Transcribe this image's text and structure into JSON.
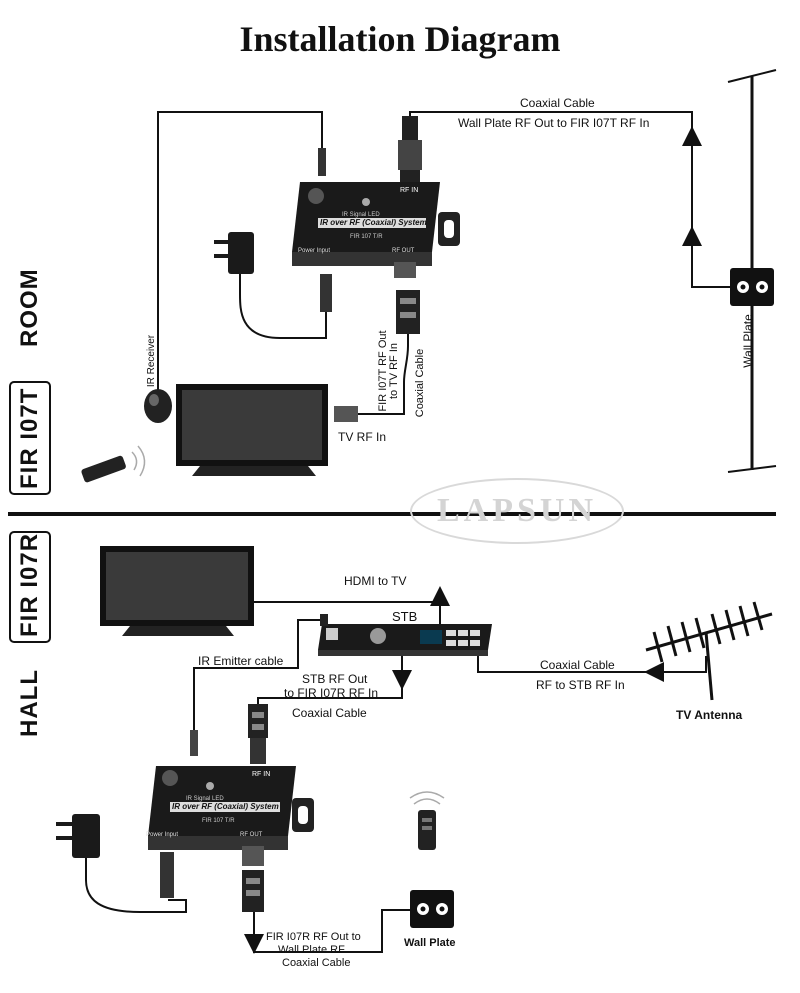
{
  "title": "Installation Diagram",
  "sections": {
    "room": {
      "name": "ROOM",
      "device": "FIR I07T"
    },
    "hall": {
      "name": "HALL",
      "device": "FIR I07R"
    }
  },
  "room": {
    "coax_title": "Coaxial Cable",
    "coax_desc": "Wall Plate RF Out to FIR I07T RF In",
    "wall_plate": "Wall Plate",
    "ir_receiver": "IR Receiver",
    "rf_out_line1": "FIR I07T RF Out",
    "rf_out_line2": "to TV RF In",
    "coax_vertical": "Coaxial Cable",
    "tv_rf_in": "TV RF In"
  },
  "device_labels": {
    "rf_in": "RF IN",
    "rf_out": "RF OUT",
    "power_input": "Power Input",
    "ir_signal_led": "IR Signal LED",
    "system_name": "IR over RF (Coaxial) System",
    "model": "FIR 107 T/R"
  },
  "hall": {
    "hdmi": "HDMI to TV",
    "stb": "STB",
    "ir_emitter": "IR Emitter cable",
    "stb_out_line1": "STB RF Out",
    "stb_out_line2": "to FIR I07R RF In",
    "coax": "Coaxial Cable",
    "antenna_coax": "Coaxial Cable",
    "antenna_desc": "RF to STB RF In",
    "tv_antenna": "TV Antenna",
    "wall_plate": "Wall Plate",
    "out_line1": "FIR I07R RF Out to",
    "out_line2": "Wall Plate RF",
    "out_line3": "Coaxial Cable"
  },
  "watermark": {
    "brand": "LAPSUN"
  }
}
